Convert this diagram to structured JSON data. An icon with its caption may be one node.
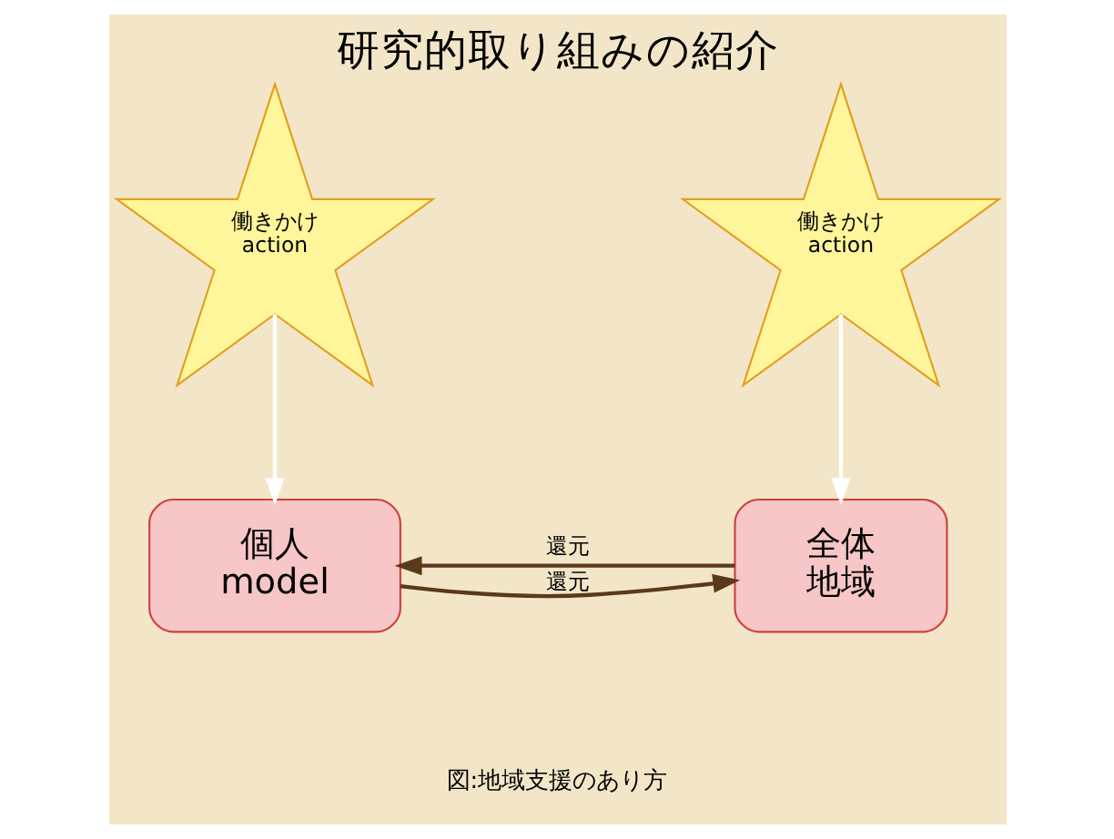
{
  "diagram": {
    "title": "研究的取り組みの紹介",
    "caption": "図:地域支援のあり方",
    "nodes": [
      {
        "text": [
          "働きかけ",
          "action"
        ]
      },
      {
        "text": [
          "働きかけ",
          "action"
        ]
      },
      {
        "text": [
          "個人",
          "model"
        ]
      },
      {
        "text": [
          "全体",
          "地域"
        ]
      }
    ],
    "edges": [
      {
        "from": 0,
        "to": 2,
        "arrow": "to",
        "color": "#ffffff"
      },
      {
        "from": 1,
        "to": 3,
        "arrow": "to",
        "color": "#ffffff"
      },
      {
        "from": 3,
        "to": 2,
        "arrow": "to",
        "label": "還元",
        "color": "#5a3a1a"
      },
      {
        "from": 2,
        "to": 3,
        "arrow": "to",
        "label": "還元",
        "color": "#5a3a1a"
      }
    ]
  }
}
